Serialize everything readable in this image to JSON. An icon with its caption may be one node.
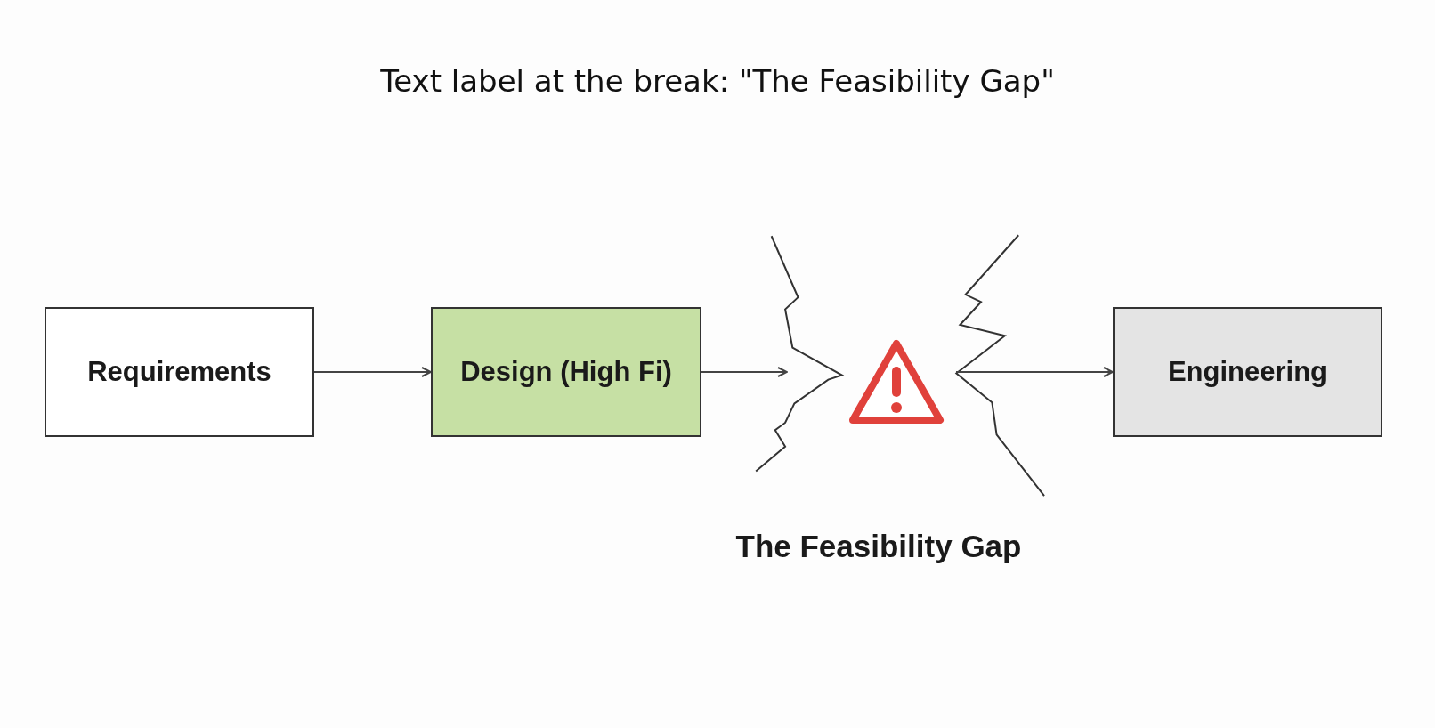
{
  "diagram": {
    "title": "Text label at the break: \"The Feasibility Gap\"",
    "nodes": [
      {
        "text": [
          "Requirements"
        ]
      },
      {
        "text": [
          "Design (High Fi)"
        ]
      },
      {
        "text": [],
        "shape": "triangle"
      },
      {
        "text": [
          "Engineering"
        ]
      }
    ],
    "edges": [
      {
        "from": 0,
        "to": 1,
        "arrow": "to"
      },
      {
        "from": 1,
        "to": null,
        "arrow": "to"
      },
      {
        "from": null,
        "to": 3,
        "arrow": "to"
      }
    ],
    "labels": [
      "The Feasibility Gap"
    ]
  }
}
